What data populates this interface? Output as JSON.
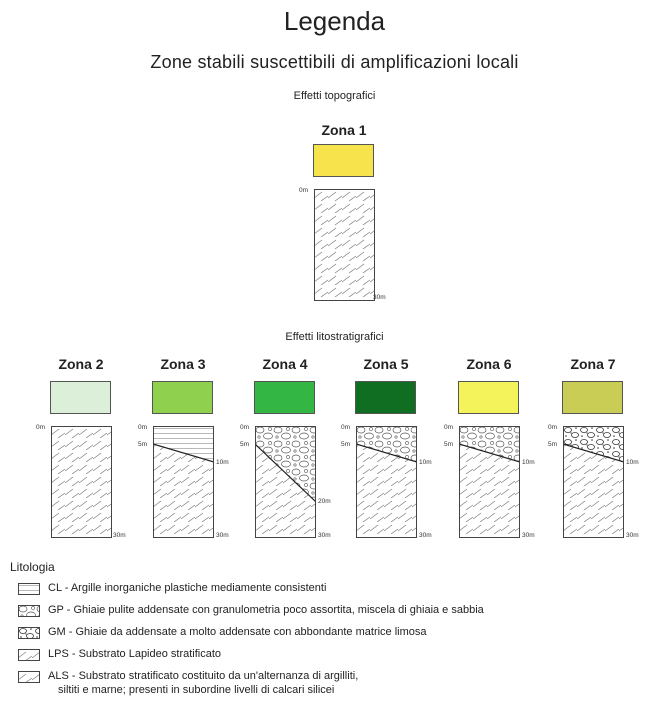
{
  "header": {
    "title": "Legenda",
    "subtitle": "Zone stabili suscettibili di amplificazioni locali"
  },
  "sections": {
    "topo": "Effetti topografici",
    "lito": "Effetti litostratigrafici"
  },
  "zones": [
    {
      "label": "Zona 1",
      "color": "#f7e44d",
      "depths": {
        "top": "0m",
        "bottom": "30m"
      }
    },
    {
      "label": "Zona 2",
      "color": "#dcefd8",
      "depths": {
        "top": "0m",
        "bottom": "30m"
      }
    },
    {
      "label": "Zona 3",
      "color": "#8fd14f",
      "depths": {
        "top": "0m",
        "mid": "5m",
        "right": "10m",
        "bottom": "30m"
      }
    },
    {
      "label": "Zona 4",
      "color": "#33b643",
      "depths": {
        "top": "0m",
        "mid": "5m",
        "right": "20m",
        "bottom": "30m"
      }
    },
    {
      "label": "Zona 5",
      "color": "#0f6e22",
      "depths": {
        "top": "0m",
        "mid": "5m",
        "right": "10m",
        "bottom": "30m"
      }
    },
    {
      "label": "Zona 6",
      "color": "#f4f35c",
      "depths": {
        "top": "0m",
        "mid": "5m",
        "right": "10m",
        "bottom": "30m"
      }
    },
    {
      "label": "Zona 7",
      "color": "#c9cc55",
      "depths": {
        "top": "0m",
        "mid": "5m",
        "right": "10m",
        "bottom": "30m"
      }
    }
  ],
  "lithology": {
    "title": "Litologia",
    "items": [
      {
        "code": "CL",
        "text": "CL - Argille inorganiche plastiche mediamente consistenti"
      },
      {
        "code": "GP",
        "text": "GP - Ghiaie pulite addensate con granulometria poco assortita, miscela di ghiaia e sabbia"
      },
      {
        "code": "GM",
        "text": "GM - Ghiaie da addensate a molto addensate con abbondante matrice limosa"
      },
      {
        "code": "LPS",
        "text": "LPS - Substrato Lapideo stratificato"
      },
      {
        "code": "ALS",
        "text": "ALS - Substrato stratificato costituito da un'alternanza di argilliti,",
        "text2": "siltiti e  marne; presenti in subordine livelli di calcari silicei"
      }
    ]
  }
}
